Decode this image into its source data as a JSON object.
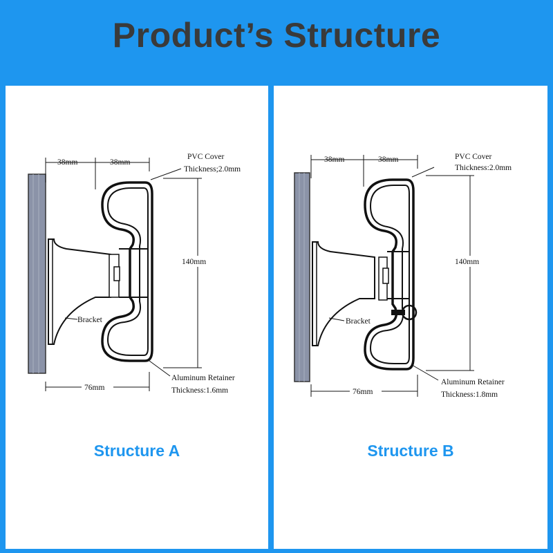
{
  "title": "Product’s Structure",
  "colors": {
    "header": "#1e96ef",
    "title_text": "#3a3a3a",
    "caption_text": "#1e96ef",
    "wall": "#8b93a8"
  },
  "structure_a": {
    "caption": "Structure A",
    "dim_top_left": "38mm",
    "dim_top_right": "38mm",
    "pvc_cover": "PVC Cover",
    "pvc_thickness": "Thickness;2.0mm",
    "height": "140mm",
    "bracket": "Bracket",
    "width": "76mm",
    "retainer": "Aluminum Retainer",
    "retainer_thickness": "Thickness:1.6mm"
  },
  "structure_b": {
    "caption": "Structure B",
    "dim_top_left": "38mm",
    "dim_top_right": "38mm",
    "pvc_cover": "PVC Cover",
    "pvc_thickness": "Thickness:2.0mm",
    "height": "140mm",
    "bracket": "Bracket",
    "width": "76mm",
    "retainer": "Aluminum Retainer",
    "retainer_thickness": "Thickness:1.8mm"
  }
}
